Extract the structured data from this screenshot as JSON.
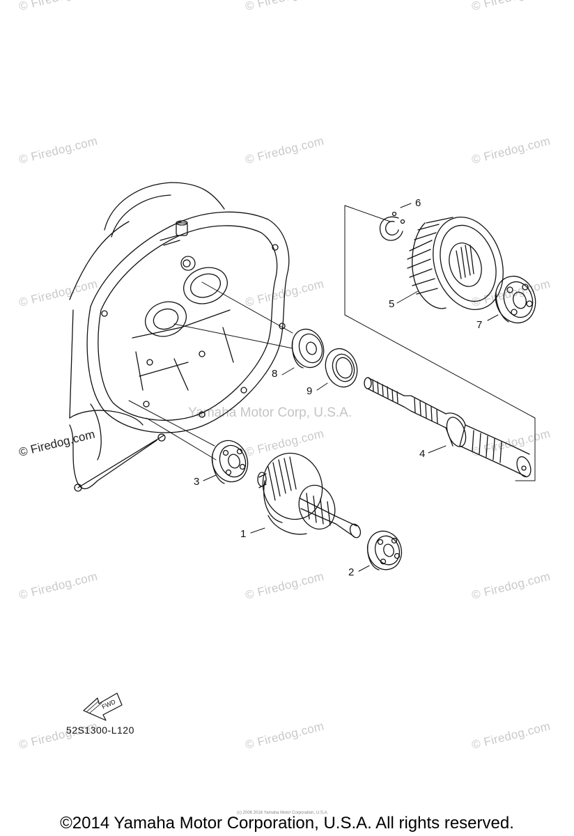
{
  "watermarks": {
    "site": "© Firedog.com",
    "center": "Yamaha Motor Corp, U.S.A.",
    "tiny": "(c) 2006 2016 Yamaha Motor Corporation, U.S.A."
  },
  "callouts": {
    "c1": "1",
    "c2": "2",
    "c3": "3",
    "c4": "4",
    "c5": "5",
    "c6": "6",
    "c7": "7",
    "c8": "8",
    "c9": "9"
  },
  "fwd_label": "FWD",
  "diagram_code": "52S1300-L120",
  "footer": "©2014 Yamaha Motor Corporation, U.S.A. All rights reserved."
}
